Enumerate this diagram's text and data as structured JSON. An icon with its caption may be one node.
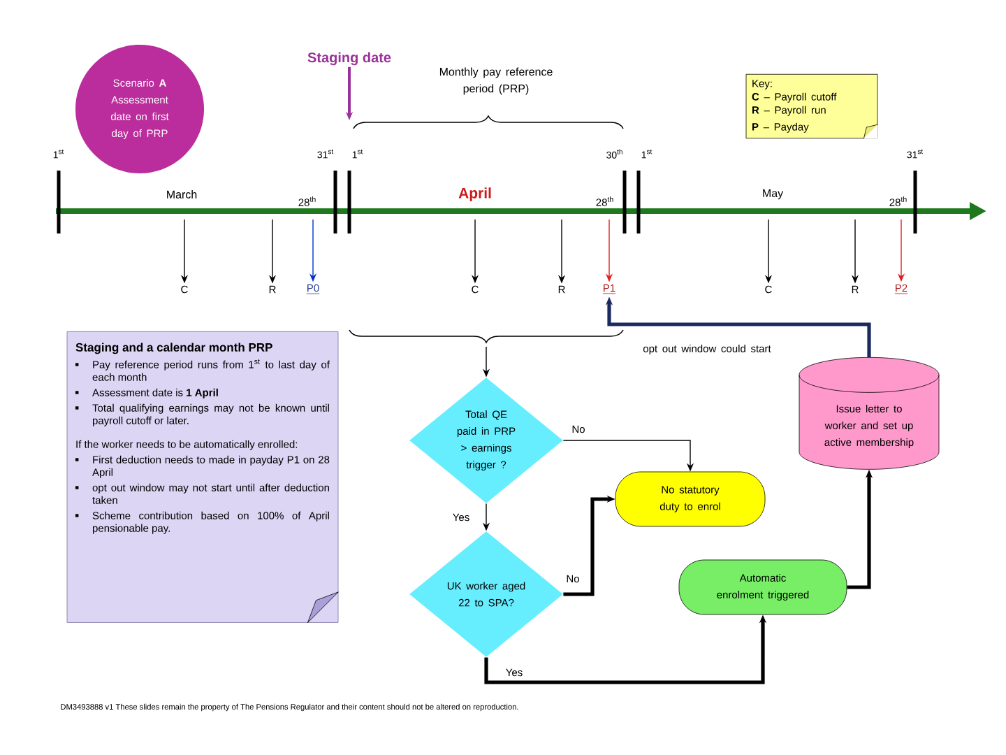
{
  "diagram": {
    "nodes": [
      {
        "text": [
          "Staging date"
        ]
      },
      {
        "text": [
          "Scenario **A** Assessment date on first day of PRP"
        ]
      },
      {
        "text": [
          "Key:",
          "**C** – Payroll cutoff",
          "**R** – Payroll run",
          "**P** – Payday"
        ]
      },
      {
        "text": [
          "C"
        ]
      },
      {
        "text": [
          "R"
        ]
      },
      {
        "text": [
          "P0"
        ]
      },
      {
        "text": [
          "C"
        ]
      },
      {
        "text": [
          "R"
        ]
      },
      {
        "text": [
          "P1"
        ]
      },
      {
        "text": [
          "C"
        ]
      },
      {
        "text": [
          "R"
        ]
      },
      {
        "text": [
          "P2"
        ]
      },
      {
        "text": [
          "Staging and a calendar month PRP",
          "Pay reference period runs from 1$^{st}$ to last day of each month",
          "Assessment date is **1 April**",
          "Total qualifying earnings may not be known until payroll cutoff or later.",
          "If the worker needs to be automatically enrolled:",
          "First deduction needs to made in payday P1 on 28 April",
          "opt out window may not start until after deduction taken",
          "Scheme contribution based on 100% of April pensionable pay."
        ]
      },
      {
        "text": [
          "Total QE paid in PRP > earnings trigger ?"
        ]
      },
      {
        "text": [
          "UK worker aged 22 to SPA?"
        ]
      },
      {
        "text": [
          "No statutory duty to enrol"
        ]
      },
      {
        "text": [
          "Automatic enrolment triggered"
        ]
      },
      {
        "text": [
          "Issue letter to worker and set up active membership"
        ]
      }
    ],
    "edges": [
      {
        "from": 0,
        "to": null,
        "arrow": "to",
        "color": "#993399"
      },
      {
        "from": null,
        "to": 3,
        "arrow": "to"
      },
      {
        "from": null,
        "to": 4,
        "arrow": "to"
      },
      {
        "from": null,
        "to": 5,
        "arrow": "to",
        "color": "#0033cc"
      },
      {
        "from": null,
        "to": 6,
        "arrow": "to"
      },
      {
        "from": null,
        "to": 7,
        "arrow": "to"
      },
      {
        "from": null,
        "to": 8,
        "arrow": "to",
        "color": "#e02020"
      },
      {
        "from": null,
        "to": 9,
        "arrow": "to"
      },
      {
        "from": null,
        "to": 10,
        "arrow": "to"
      },
      {
        "from": null,
        "to": 11,
        "arrow": "to",
        "color": "#e02020"
      },
      {
        "from": 17,
        "to": 8,
        "arrow": "to",
        "style": "thick",
        "color": "#1a2a5e",
        "label": "opt out window could start"
      },
      {
        "from": null,
        "to": 13,
        "arrow": "to"
      },
      {
        "from": 13,
        "to": 15,
        "arrow": "to",
        "label": "No"
      },
      {
        "from": 13,
        "to": 14,
        "arrow": "to",
        "label": "Yes"
      },
      {
        "from": 14,
        "to": 15,
        "arrow": "to",
        "style": "thick",
        "label": "No"
      },
      {
        "from": 14,
        "to": 16,
        "arrow": "to",
        "style": "thick",
        "label": "Yes"
      },
      {
        "from": 16,
        "to": 17,
        "arrow": "to",
        "style": "thick"
      }
    ],
    "labels": [
      "Monthly pay reference period (PRP)",
      "1$^{st}$",
      "31$^{st}$",
      "1$^{st}$",
      "30$^{th}$",
      "1$^{st}$",
      "31$^{st}$",
      "March",
      "28$^{th}$",
      "April",
      "28$^{th}$",
      "May",
      "28$^{th}$",
      "DM3493888 v1 These slides remain the property of The Pensions Regulator and their content should not be altered on reproduction."
    ]
  }
}
